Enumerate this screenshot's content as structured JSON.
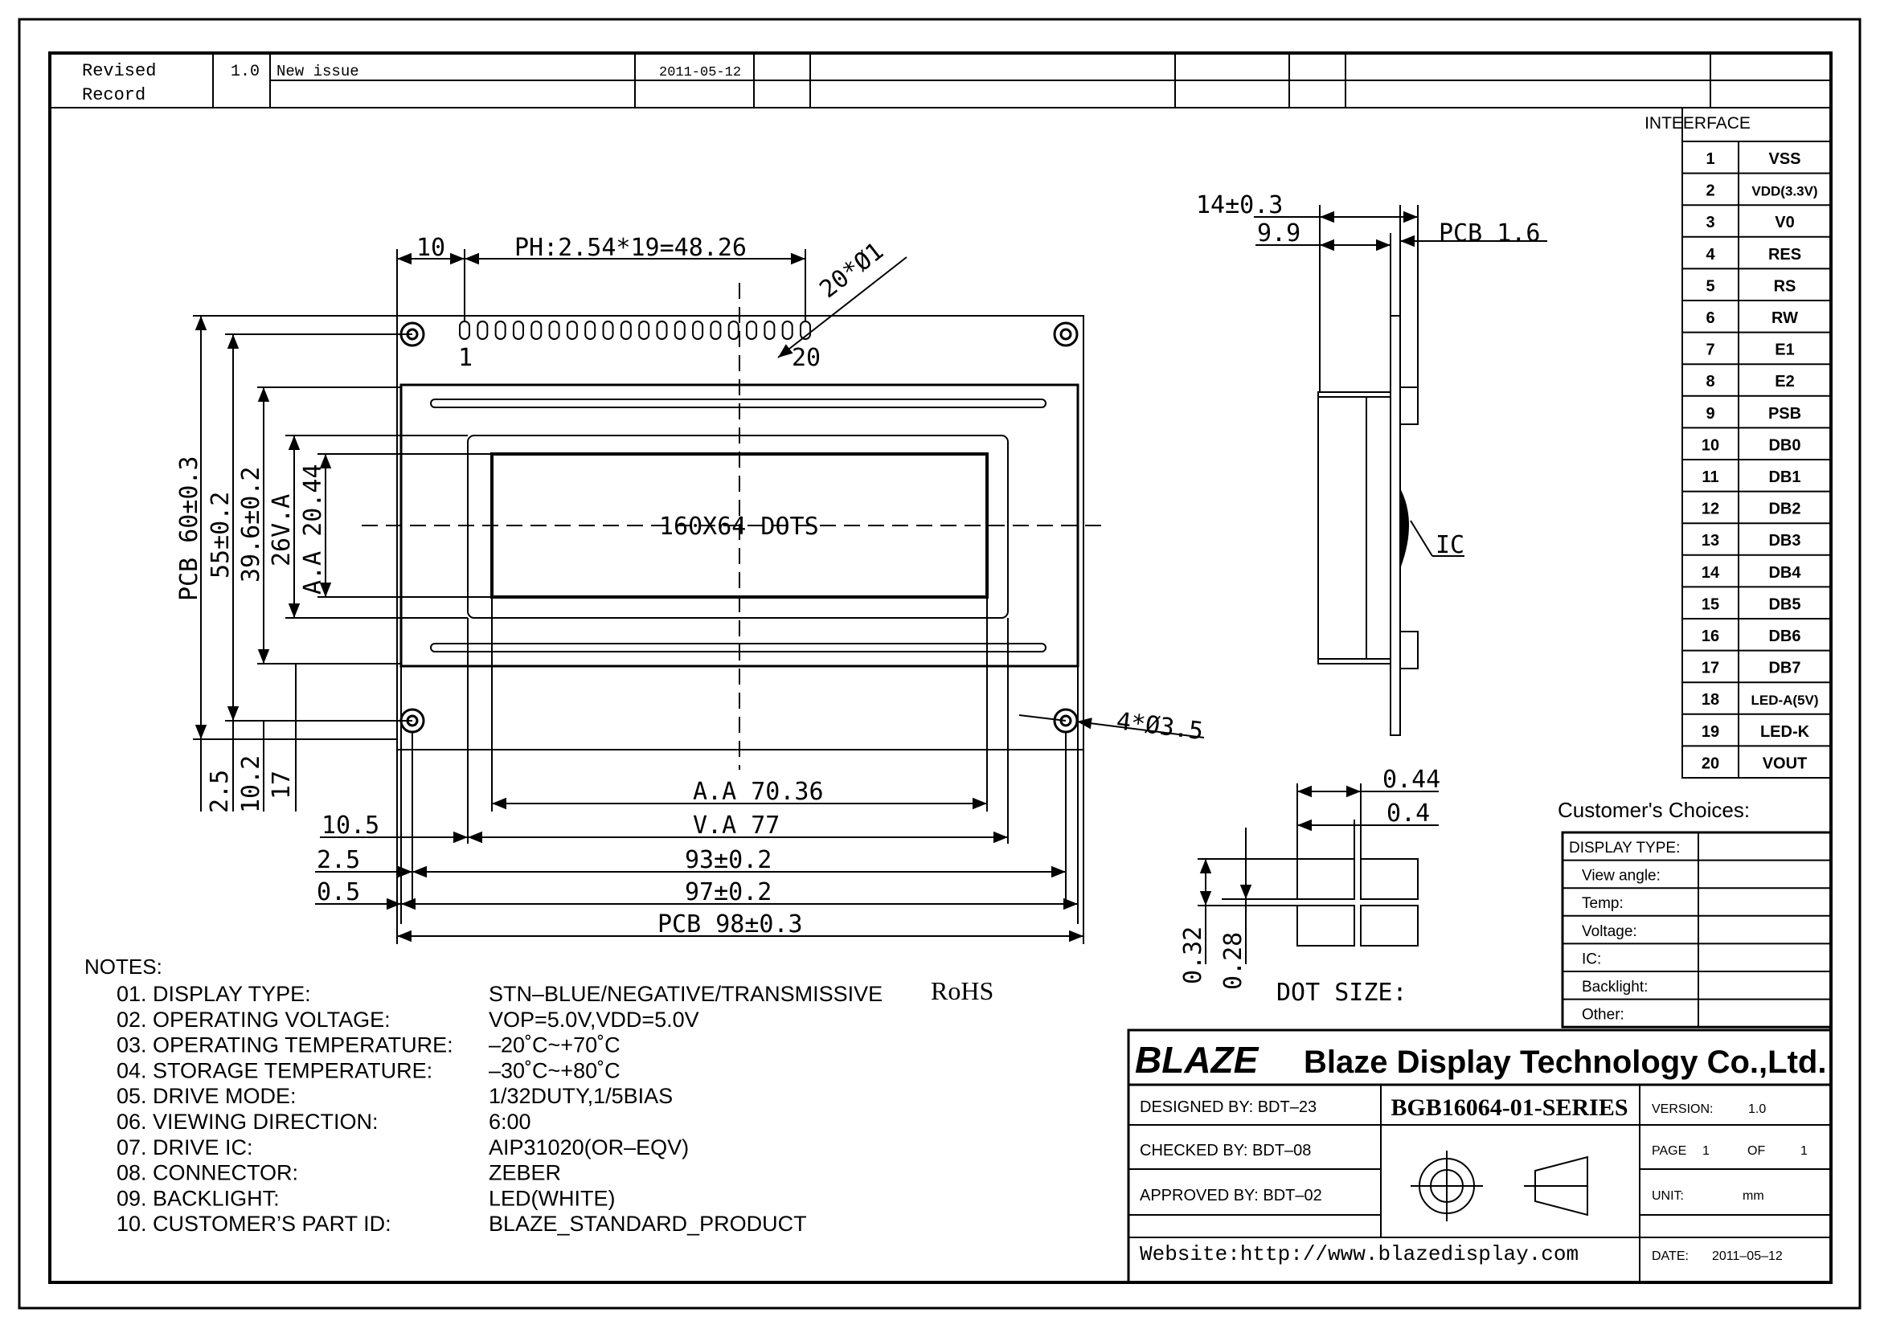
{
  "revision": {
    "label_line1": "Revised",
    "label_line2": "Record",
    "version": "1.0",
    "description": "New issue",
    "date": "2011-05-12"
  },
  "front_view": {
    "pin_first": "1",
    "pin_last": "20",
    "pin_holes": "20*Ø1",
    "pitch": "PH:2.54*19=48.26",
    "pitch_offset": "10",
    "dots": "160X64 DOTS",
    "mount_holes": "4*Ø3.5",
    "width_aa": "A.A 70.36",
    "width_va": "V.A 77",
    "width_93": "93±0.2",
    "width_97": "97±0.2",
    "width_pcb": "PCB 98±0.3",
    "left_10_5": "10.5",
    "left_2_5": "2.5",
    "left_0_5": "0.5",
    "h_pcb": "PCB 60±0.3",
    "h_55": "55±0.2",
    "h_39_6": "39.6±0.2",
    "h_va": "26V.A",
    "h_aa": "A.A 20.44",
    "bottom_2_5": "2.5",
    "bottom_10_2": "10.2",
    "bottom_17": "17"
  },
  "side_view": {
    "thickness": "14±0.3",
    "depth": "9.9",
    "pcb": "PCB 1.6",
    "ic": "IC"
  },
  "dot_size": {
    "w_pitch": "0.44",
    "w_dot": "0.4",
    "h_pitch": "0.32",
    "h_dot": "0.28",
    "label": "DOT SIZE:"
  },
  "interface": {
    "title": "INTEERFACE",
    "pins": [
      {
        "no": "1",
        "name": "VSS"
      },
      {
        "no": "2",
        "name": "VDD(3.3V)"
      },
      {
        "no": "3",
        "name": "V0"
      },
      {
        "no": "4",
        "name": "RES"
      },
      {
        "no": "5",
        "name": "RS"
      },
      {
        "no": "6",
        "name": "RW"
      },
      {
        "no": "7",
        "name": "E1"
      },
      {
        "no": "8",
        "name": "E2"
      },
      {
        "no": "9",
        "name": "PSB"
      },
      {
        "no": "10",
        "name": "DB0"
      },
      {
        "no": "11",
        "name": "DB1"
      },
      {
        "no": "12",
        "name": "DB2"
      },
      {
        "no": "13",
        "name": "DB3"
      },
      {
        "no": "14",
        "name": "DB4"
      },
      {
        "no": "15",
        "name": "DB5"
      },
      {
        "no": "16",
        "name": "DB6"
      },
      {
        "no": "17",
        "name": "DB7"
      },
      {
        "no": "18",
        "name": "LED-A(5V)"
      },
      {
        "no": "19",
        "name": "LED-K"
      },
      {
        "no": "20",
        "name": "VOUT"
      }
    ]
  },
  "customer": {
    "title": "Customer's  Choices:",
    "rows": [
      "DISPLAY TYPE:",
      "View angle:",
      "Temp:",
      "Voltage:",
      "IC:",
      "Backlight:",
      "Other:"
    ]
  },
  "notes": {
    "title": "NOTES:",
    "items": [
      {
        "label": "01.  DISPLAY  TYPE:",
        "value": "STN–BLUE/NEGATIVE/TRANSMISSIVE",
        "extra": "RoHS"
      },
      {
        "label": "02.  OPERATING  VOLTAGE:",
        "value": "VOP=5.0V,VDD=5.0V"
      },
      {
        "label": "03.  OPERATING  TEMPERATURE:",
        "value": "–20˚C~+70˚C"
      },
      {
        "label": "04.  STORAGE  TEMPERATURE:",
        "value": "–30˚C~+80˚C"
      },
      {
        "label": "05.  DRIVE  MODE:",
        "value": "1/32DUTY,1/5BIAS"
      },
      {
        "label": "06.  VIEWING  DIRECTION:",
        "value": "6:00"
      },
      {
        "label": "07.  DRIVE  IC:",
        "value": "AIP31020(OR–EQV)"
      },
      {
        "label": "08.  CONNECTOR:",
        "value": "ZEBER"
      },
      {
        "label": "09.  BACKLIGHT:",
        "value": "LED(WHITE)"
      },
      {
        "label": "10.  CUSTOMER’S  PART  ID:",
        "value": "BLAZE_STANDARD_PRODUCT"
      }
    ]
  },
  "title_block": {
    "logo": "BLAZE",
    "company": "Blaze Display Technology Co.,Ltd.",
    "designed": "DESIGNED  BY:  BDT–23",
    "checked": "CHECKED  BY:  BDT–08",
    "approved": "APPROVED  BY: BDT–02",
    "part_no": "BGB16064-01-SERIES",
    "version_label": "VERSION:",
    "version": "1.0",
    "page_label": "PAGE",
    "page": "1",
    "of_label": "OF",
    "pages": "1",
    "unit_label": "UNIT:",
    "unit": "mm",
    "date_label": "DATE:",
    "date": "2011–05–12",
    "website": "Website:http://www.blazedisplay.com"
  }
}
